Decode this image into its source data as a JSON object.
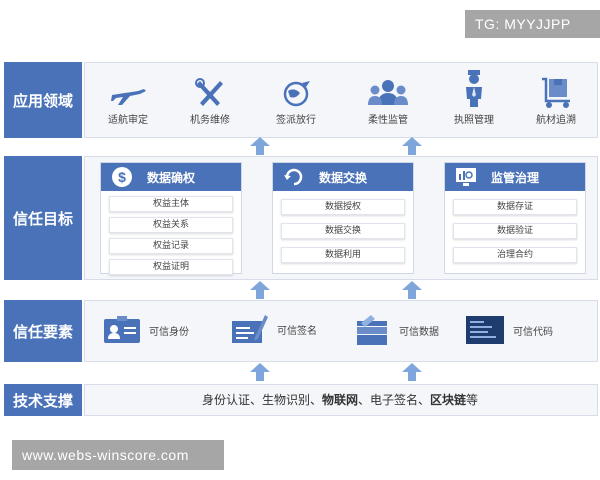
{
  "watermarks": {
    "top": "TG: MYYJJPP",
    "bottom": "www.webs-winscore.com"
  },
  "rows": {
    "application": {
      "label": "应用领域"
    },
    "trust_goal": {
      "label": "信任目标"
    },
    "trust_elements": {
      "label": "信任要素"
    },
    "tech_support": {
      "label": "技术支撑"
    }
  },
  "applications": [
    {
      "icon": "airplane-icon",
      "label": "适航审定"
    },
    {
      "icon": "tools-icon",
      "label": "机务维修"
    },
    {
      "icon": "globe-plane-icon",
      "label": "签派放行"
    },
    {
      "icon": "people-icon",
      "label": "柔性监管"
    },
    {
      "icon": "pilot-icon",
      "label": "执照管理"
    },
    {
      "icon": "cargo-icon",
      "label": "航材追溯"
    }
  ],
  "goals": [
    {
      "icon": "dollar-icon",
      "title": "数据确权",
      "items": [
        "权益主体",
        "权益关系",
        "权益记录",
        "权益证明"
      ]
    },
    {
      "icon": "exchange-icon",
      "title": "数据交换",
      "items": [
        "数据授权",
        "数据交换",
        "数据利用"
      ]
    },
    {
      "icon": "monitor-icon",
      "title": "监管治理",
      "items": [
        "数据存证",
        "数据验证",
        "治理合约"
      ]
    }
  ],
  "elements": [
    {
      "icon": "id-card-icon",
      "label": "可信身份"
    },
    {
      "icon": "signature-icon",
      "label": "可信签名"
    },
    {
      "icon": "data-stack-icon",
      "label": "可信数据"
    },
    {
      "icon": "code-screen-icon",
      "label": "可信代码"
    }
  ],
  "tech": {
    "parts": [
      "身份认证、生物识别、",
      "物联网",
      "、电子签名、",
      "区块链",
      "等"
    ]
  },
  "colors": {
    "accent": "#4a72b8",
    "panel": "#f4f6fa",
    "arrow": "#7fa6dc"
  }
}
